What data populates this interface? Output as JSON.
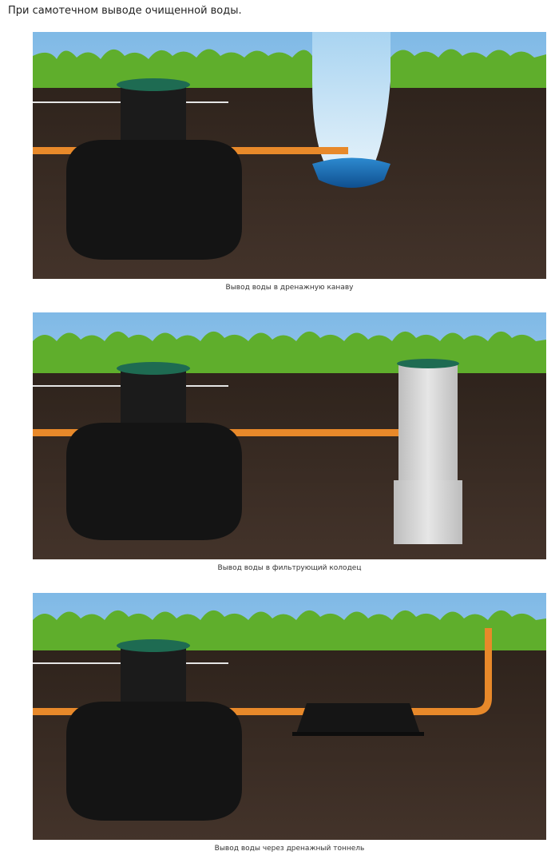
{
  "heading": "При самотечном выводе очищенной воды.",
  "figures": [
    {
      "caption": "Вывод воды в дренажную канаву",
      "outlet": "drainage-ditch"
    },
    {
      "caption": "Вывод воды в фильтрующий колодец",
      "outlet": "filter-well"
    },
    {
      "caption": "Вывод воды через дренажный тоннель",
      "outlet": "drainage-tunnel"
    }
  ],
  "colors": {
    "sky": "#8ec5ea",
    "grass": "#5fae2c",
    "soil": "#3b2d24",
    "tank": "#141414",
    "lid": "#1e6b52",
    "pipe": "#e8892a",
    "water": "#1f74b8",
    "well": "#d9d9d9"
  }
}
